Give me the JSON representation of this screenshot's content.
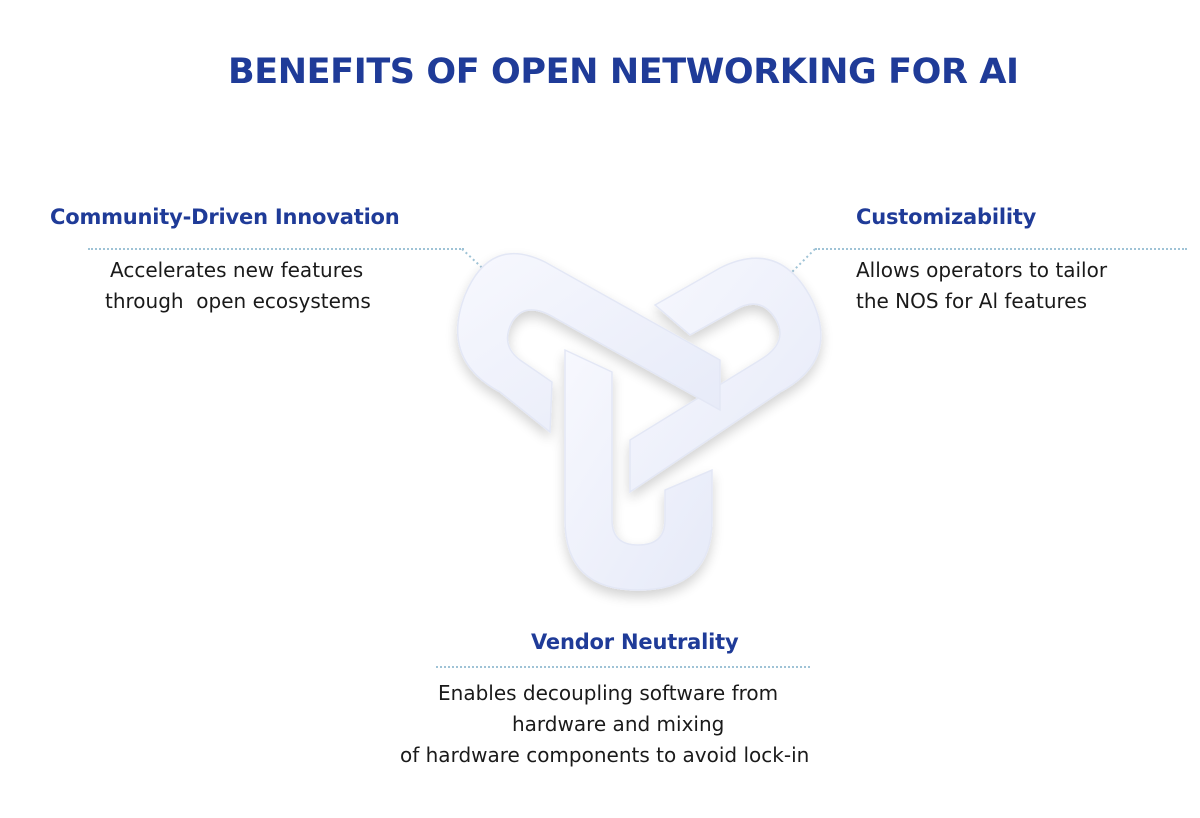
{
  "title": "BENEFITS OF OPEN NETWORKING FOR AI",
  "colors": {
    "accent": "#1f3b98",
    "dotted": "#9fc3d6",
    "text": "#1a1a1a",
    "knot_fill": "#eef1fb",
    "knot_shadow": "#dde2f3"
  },
  "benefits": [
    {
      "heading": "Community-Driven Innovation",
      "lines": [
        "Accelerates new features",
        "through  open ecosystems"
      ]
    },
    {
      "heading": "Customizability",
      "lines": [
        "Allows operators to tailor",
        "the NOS for Al features"
      ]
    },
    {
      "heading": "Vendor Neutrality",
      "lines": [
        "Enables decoupling software from",
        "hardware and mixing",
        "of hardware components to avoid lock-in"
      ]
    }
  ],
  "logo_icon": "triangular-knot-icon"
}
